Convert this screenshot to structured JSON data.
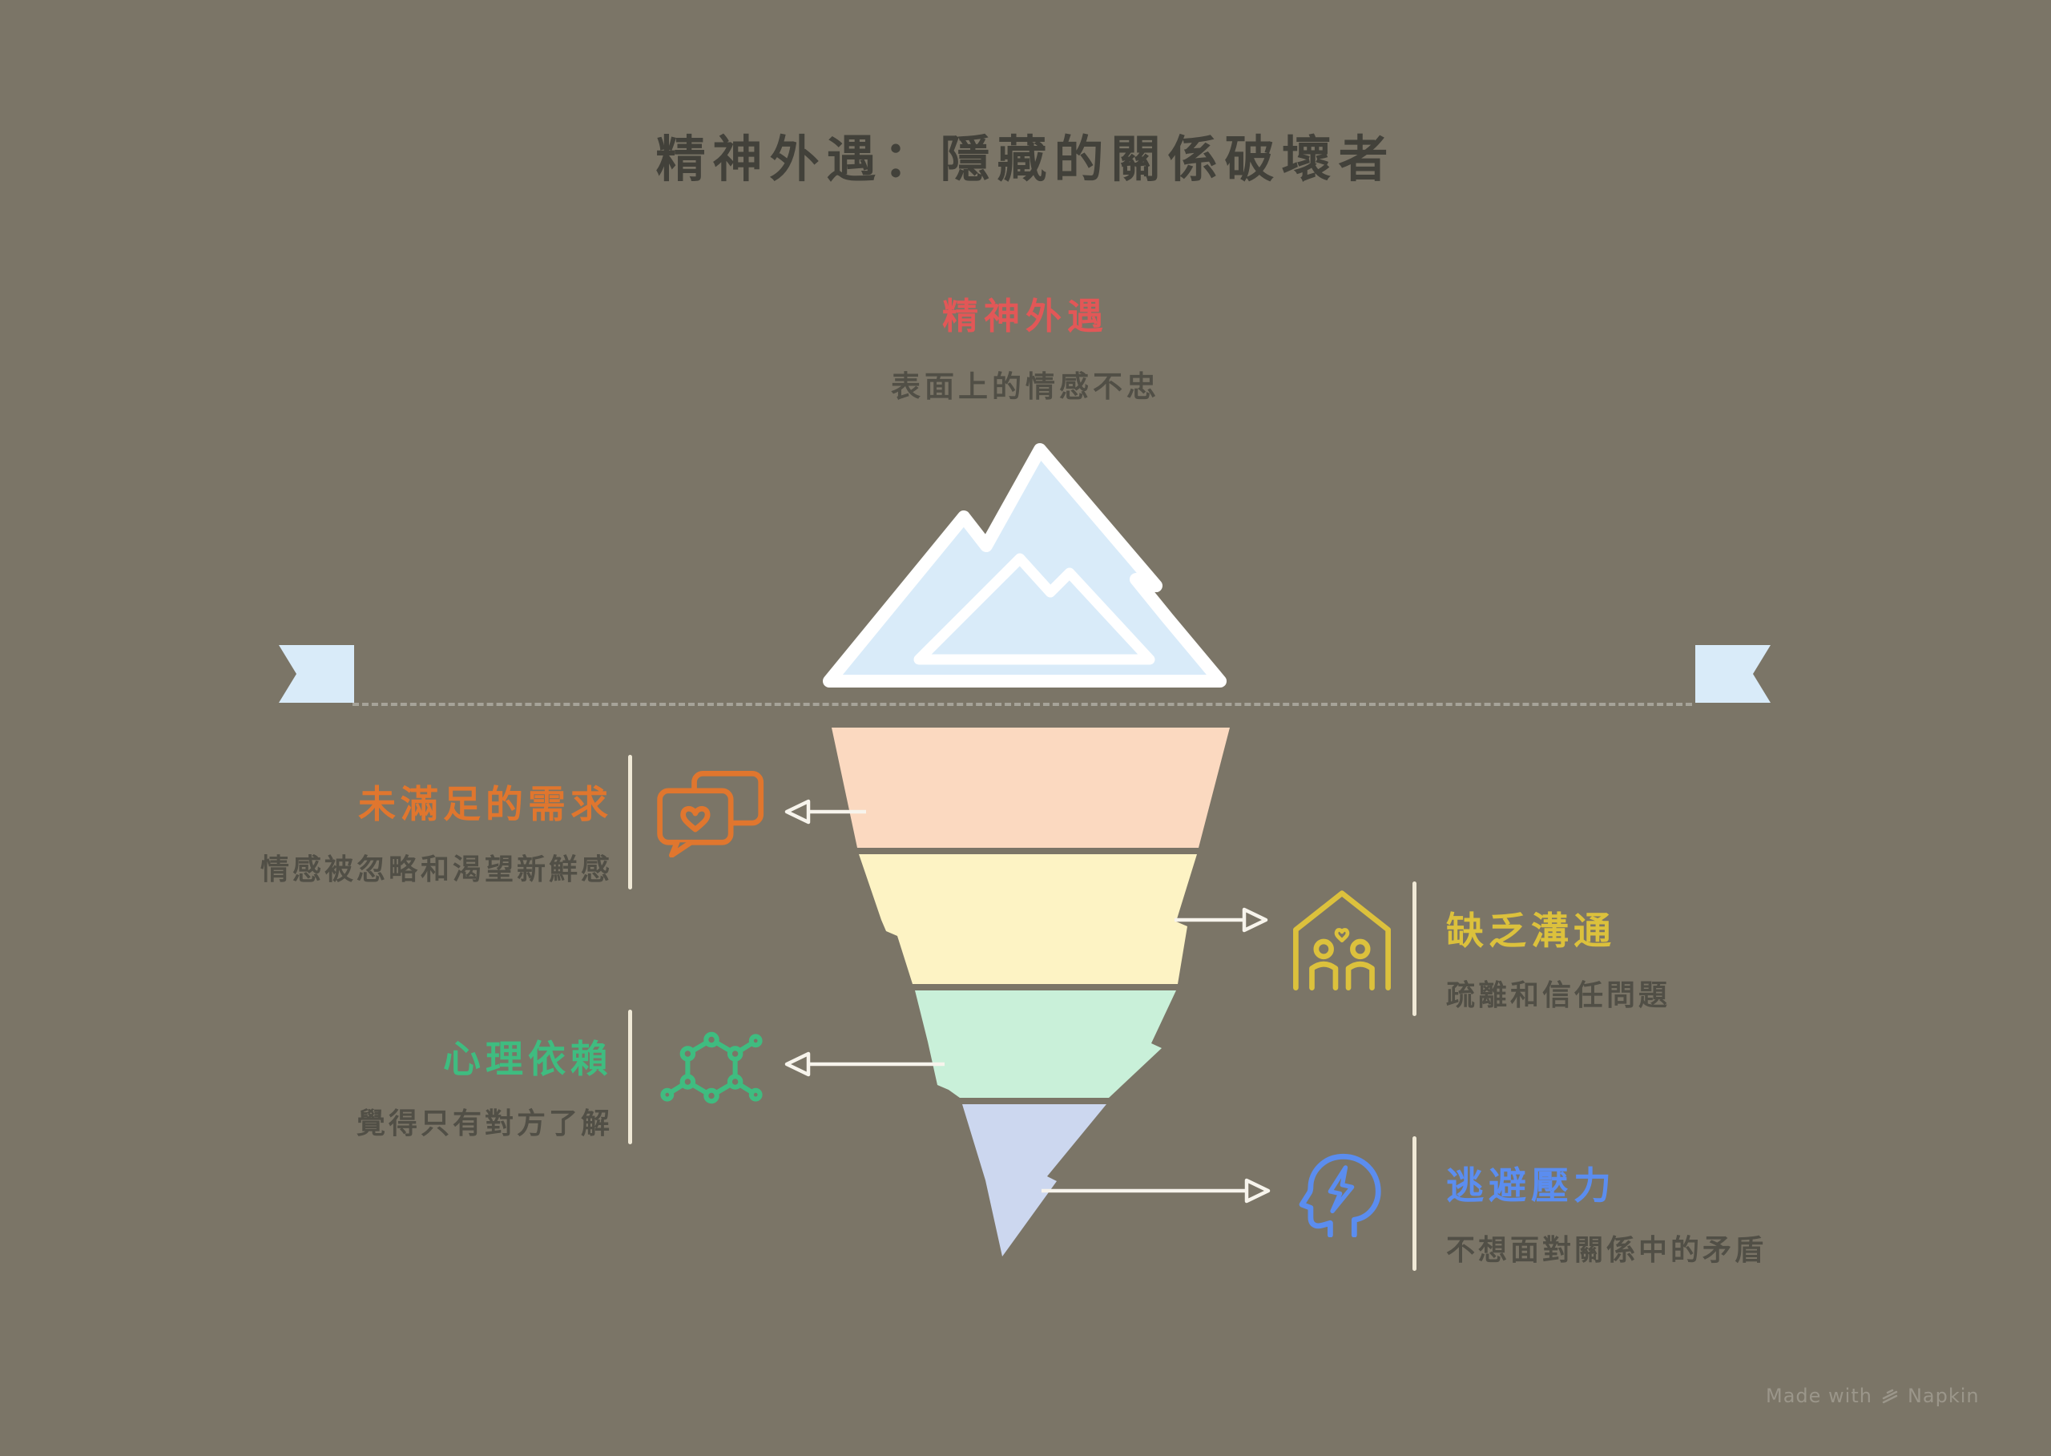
{
  "title": "精神外遇：隱藏的關係破壞者",
  "top_callout": {
    "label": "精神外遇",
    "description": "表面上的情感不忠",
    "color": "#e25757"
  },
  "callouts": [
    {
      "id": "unmet-needs",
      "side": "left",
      "label": "未滿足的需求",
      "description": "情感被忽略和渴望新鮮感",
      "color": "#e0762e",
      "icon": "chat-heart-icon"
    },
    {
      "id": "lack-of-communication",
      "side": "right",
      "label": "缺乏溝通",
      "description": "疏離和信任問題",
      "color": "#dcc13c",
      "icon": "family-house-icon"
    },
    {
      "id": "psychological-dependence",
      "side": "left",
      "label": "心理依賴",
      "description": "覺得只有對方了解",
      "color": "#3fbc80",
      "icon": "molecule-icon"
    },
    {
      "id": "stress-avoidance",
      "side": "right",
      "label": "逃避壓力",
      "description": "不想面對關係中的矛盾",
      "color": "#5b8def",
      "icon": "head-lightning-icon"
    }
  ],
  "iceberg": {
    "above_color": "#d9ebf9",
    "waterline_color": "#a6a399",
    "band_colors": [
      "#fbd9c0",
      "#fdf3c4",
      "#c9f0d9",
      "#ccd7ef"
    ]
  },
  "watermark": {
    "prefix": "Made with",
    "brand": "Napkin"
  }
}
